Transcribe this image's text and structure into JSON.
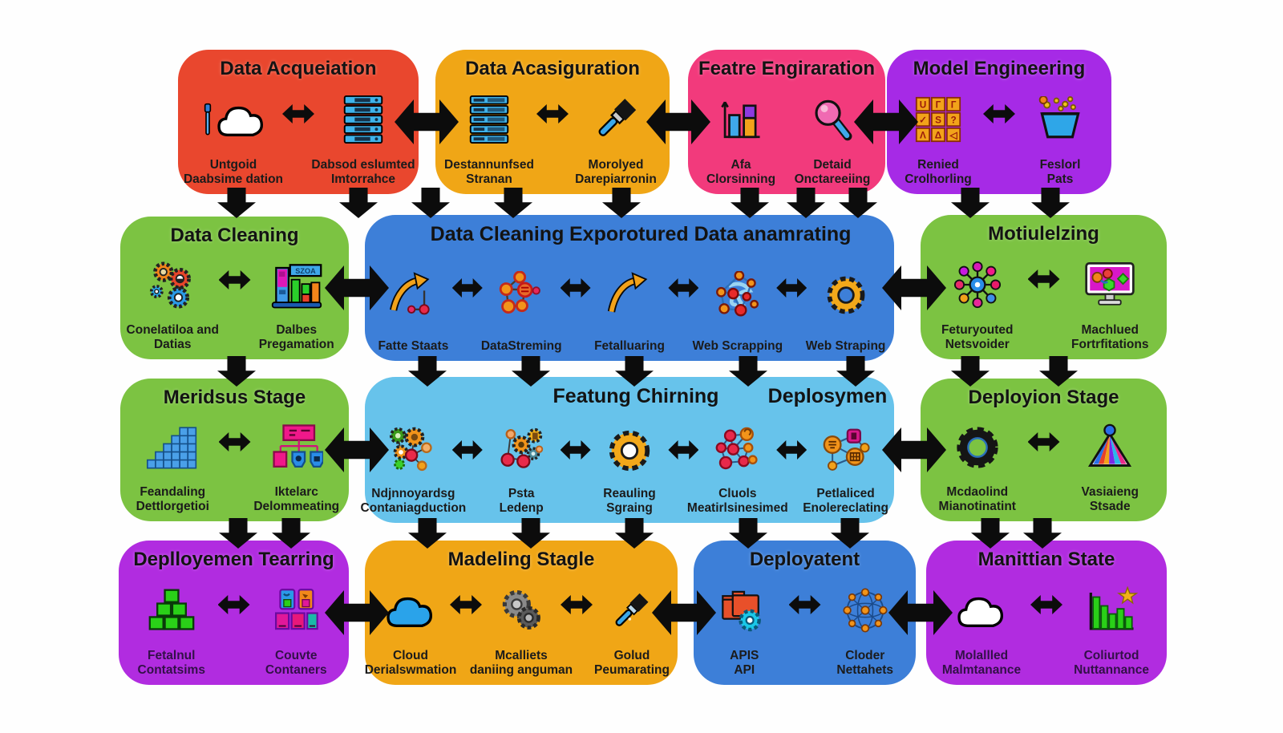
{
  "colors": {
    "red": "#e9472e",
    "amber": "#f0a616",
    "pink": "#f23a7c",
    "purple": "#a62ae6",
    "green": "#7cc342",
    "blue": "#3d7fd8",
    "light_blue": "#67c3eb",
    "magenta_purple": "#b12ce0",
    "arrow_black": "#0c0c0c"
  },
  "rows": [
    {
      "blocks": [
        {
          "title": "Data Acqueiation",
          "color": "#e9472e",
          "cols": [
            {
              "icons": [
                "swab-icon",
                "cloud-icon"
              ],
              "l1": "Untgoid",
              "l2": "Daabsime dation"
            },
            {
              "icons": [
                "server-stack-icon"
              ],
              "l1": "Dabsod eslumted",
              "l2": "Imtorrahce"
            }
          ]
        },
        {
          "title": "Data Acasiguration",
          "color": "#f0a616",
          "cols": [
            {
              "icons": [
                "server-stack-icon"
              ],
              "l1": "Destannunfsed",
              "l2": "Stranan"
            },
            {
              "icons": [
                "paintbrush-icon"
              ],
              "l1": "Morolyed",
              "l2": "Darepiarronin"
            }
          ]
        },
        {
          "title": "Featre Engiraration",
          "color": "#f23a7c",
          "cols": [
            {
              "icons": [
                "bar-chart-icon"
              ],
              "l1": "Afa",
              "l2": "Clorsinning"
            },
            {
              "icons": [
                "magnifier-icon"
              ],
              "l1": "Detaid",
              "l2": "Onctareeiing"
            }
          ]
        },
        {
          "title": "Model Engineering",
          "color": "#a62ae6",
          "glyphs": [
            "U",
            "Г",
            "Г",
            "✓",
            "S",
            "?",
            "Λ",
            "Δ",
            "◁"
          ],
          "cols": [
            {
              "icons": [
                "symbol-grid-icon"
              ],
              "l1": "Renied",
              "l2": "Crolhorling"
            },
            {
              "icons": [
                "bucket-icon"
              ],
              "l1": "Feslorl",
              "l2": "Pats"
            }
          ]
        }
      ]
    },
    {
      "blocks": [
        {
          "title": "Data Cleaning",
          "color": "#7cc342",
          "machine_sign": "SZOA",
          "cols": [
            {
              "icons": [
                "gears-icon"
              ],
              "l1": "Conelatiloa and",
              "l2": "Datias"
            },
            {
              "icons": [
                "bars-machine-icon"
              ],
              "l1": "Dalbes",
              "l2": "Pregamation"
            }
          ]
        },
        {
          "title_left": "Data Cleaning",
          "title_right": "Exporotured Data anamrating",
          "color": "#3d7fd8",
          "cols": [
            {
              "icons": [
                "curve-arrow-nodes-icon"
              ],
              "l1": "Fatte Staats",
              "l2": ""
            },
            {
              "icons": [
                "network-graph-icon"
              ],
              "l1": "DataStreming",
              "l2": ""
            },
            {
              "icons": [
                "curve-arrow-icon"
              ],
              "l1": "Fetalluaring",
              "l2": ""
            },
            {
              "icons": [
                "scraper-network-icon"
              ],
              "l1": "Web Scrapping",
              "l2": ""
            },
            {
              "icons": [
                "gear-icon"
              ],
              "l1": "Web Straping",
              "l2": ""
            }
          ]
        },
        {
          "title": "Motiulelzing",
          "color": "#7cc342",
          "cols": [
            {
              "icons": [
                "hub-network-icon"
              ],
              "l1": "Feturyouted",
              "l2": "Netsvoider"
            },
            {
              "icons": [
                "monitor-icon"
              ],
              "l1": "Machlued",
              "l2": "Fortrfitations"
            }
          ]
        }
      ]
    },
    {
      "blocks": [
        {
          "title": "Meridsus Stage",
          "color": "#7cc342",
          "cols": [
            {
              "icons": [
                "cube-stairs-icon"
              ],
              "l1": "Feandaling",
              "l2": "Dettlorgetioi"
            },
            {
              "icons": [
                "orgchart-icon"
              ],
              "l1": "Iktelarc",
              "l2": "Delommeating"
            }
          ]
        },
        {
          "title_left": "Featung Chirning",
          "title_right": "Deplosymen",
          "color": "#67c3eb",
          "cols": [
            {
              "icons": [
                "gear-network-icon"
              ],
              "l1": "Ndjnnoyardsg",
              "l2": "Contaniagduction"
            },
            {
              "icons": [
                "node-gear-icon"
              ],
              "l1": "Psta",
              "l2": "Ledenp"
            },
            {
              "icons": [
                "gear-icon"
              ],
              "l1": "Reauling",
              "l2": "Sgraing"
            },
            {
              "icons": [
                "node-network-icon"
              ],
              "l1": "Cluols",
              "l2": "Meatirlsinesimed"
            },
            {
              "icons": [
                "symbol-network-icon"
              ],
              "l1": "Petlaliced",
              "l2": "Enolereclating"
            }
          ]
        },
        {
          "title": "Deployion Stage",
          "color": "#7cc342",
          "cols": [
            {
              "icons": [
                "black-gear-icon"
              ],
              "l1": "Mcdaolind",
              "l2": "Mianotinatint"
            },
            {
              "icons": [
                "fan-chart-icon"
              ],
              "l1": "Vasiaieng",
              "l2": "Stsade"
            }
          ]
        }
      ]
    },
    {
      "blocks": [
        {
          "title": "Deplloyemen Tearring",
          "color": "#b12ce0",
          "cols": [
            {
              "icons": [
                "green-cubes-icon"
              ],
              "l1": "Fetalnul",
              "l2": "Contatsims"
            },
            {
              "icons": [
                "containers-icon"
              ],
              "l1": "Couvte",
              "l2": "Contaners"
            }
          ]
        },
        {
          "title": "Madeling Stagle",
          "color": "#f0a616",
          "cols": [
            {
              "icons": [
                "cloud-icon"
              ],
              "l1": "Cloud",
              "l2": "Derialswmation"
            },
            {
              "icons": [
                "gray-gears-icon"
              ],
              "l1": "Mcalliets",
              "l2": "daniing anguman"
            },
            {
              "icons": [
                "paintbrush-icon"
              ],
              "l1": "Golud",
              "l2": "Peumarating"
            }
          ]
        },
        {
          "title": "Deployatent",
          "color": "#3d7fd8",
          "cols": [
            {
              "icons": [
                "folders-gear-icon"
              ],
              "l1": "APIS",
              "l2": "API"
            },
            {
              "icons": [
                "sphere-network-icon"
              ],
              "l1": "Cloder",
              "l2": "Nettahets"
            }
          ]
        },
        {
          "title": "Manittian State",
          "color": "#b12ce0",
          "cols": [
            {
              "icons": [
                "cloud-icon"
              ],
              "l1": "Molallled",
              "l2": "Malmtanance"
            },
            {
              "icons": [
                "bar-chart-star-icon"
              ],
              "l1": "Coliurtod",
              "l2": "Nuttannance"
            }
          ]
        }
      ]
    }
  ]
}
